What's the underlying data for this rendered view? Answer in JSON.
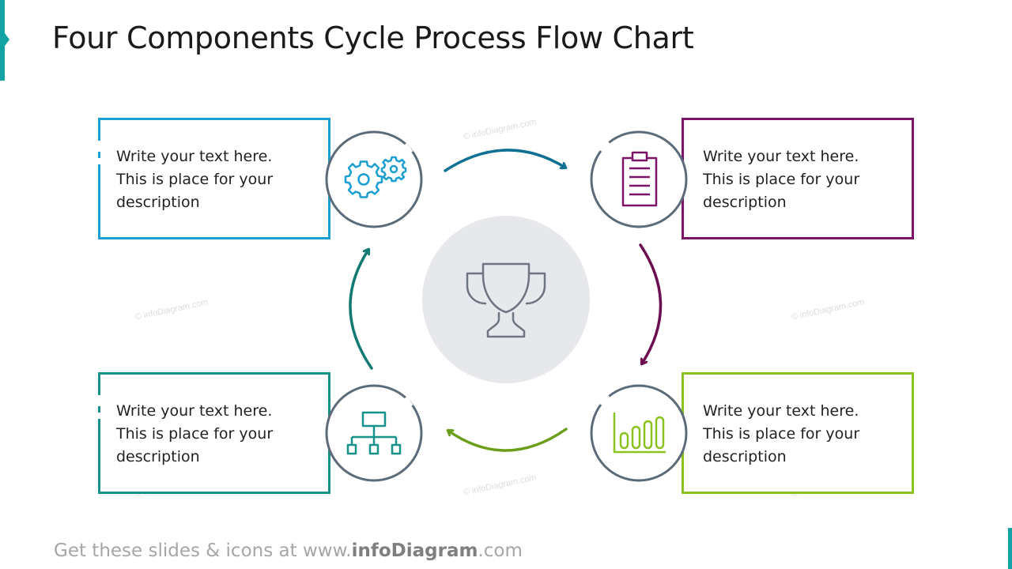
{
  "title": "Four Components Cycle Process Flow Chart",
  "colors": {
    "blue": "#1a9fd0",
    "purple": "#7b1366",
    "teal": "#16928a",
    "green": "#8cc21f",
    "circle_stroke": "#5c6b7a",
    "arrow_blue": "#0e7092",
    "arrow_purple": "#6b0f50",
    "arrow_green": "#6a9e18",
    "arrow_teal": "#127a72",
    "center_fill": "#e6e8eb",
    "trophy": "#6e7480"
  },
  "components": [
    {
      "position": "top-left",
      "icon": "gears-icon",
      "color": "#1a9fd0",
      "lines": [
        "Write your text here.",
        "This is place for your",
        "description"
      ]
    },
    {
      "position": "top-right",
      "icon": "clipboard-icon",
      "color": "#7b1366",
      "lines": [
        "Write your text here.",
        "This is place for your",
        "description"
      ]
    },
    {
      "position": "bottom-left",
      "icon": "hierarchy-icon",
      "color": "#16928a",
      "lines": [
        "Write your text here.",
        "This is place for your",
        "description"
      ]
    },
    {
      "position": "bottom-right",
      "icon": "bar-chart-icon",
      "color": "#8cc21f",
      "lines": [
        "Write your text here.",
        "This is place for your",
        "description"
      ]
    }
  ],
  "center": {
    "icon": "trophy-icon"
  },
  "watermark": "© infoDiagram.com",
  "footer": {
    "prefix": "Get these slides & icons at www.",
    "brand": "infoDiagram",
    "suffix": ".com"
  }
}
